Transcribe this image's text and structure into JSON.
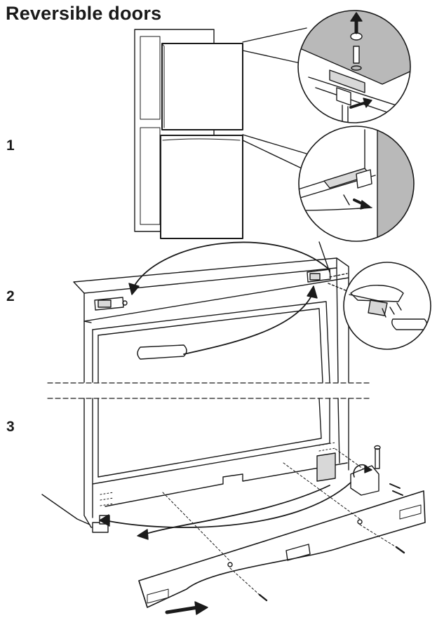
{
  "heading": "Reversible doors",
  "steps": [
    {
      "label": "1"
    },
    {
      "label": "2"
    },
    {
      "label": "3"
    }
  ],
  "colors": {
    "line": "#1a1a1a",
    "shade": "#b9b9b9",
    "light_shade": "#d8d8d8",
    "background": "#ffffff"
  }
}
